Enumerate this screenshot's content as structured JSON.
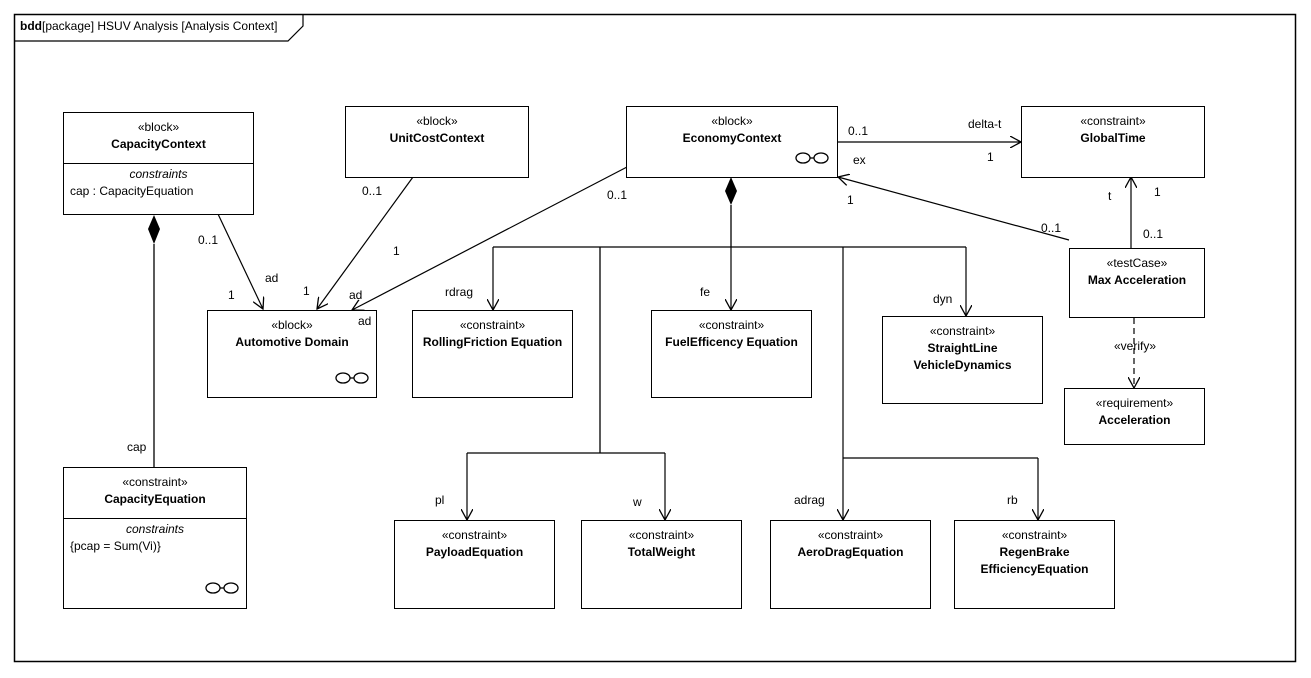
{
  "frame": {
    "kind": "bdd",
    "title": "[package] HSUV Analysis [Analysis Context]"
  },
  "blocks": {
    "capacity_context": {
      "stereotype": "«block»",
      "name": "CapacityContext",
      "compartment_title": "constraints",
      "compartment_lines": [
        "cap : CapacityEquation"
      ]
    },
    "unit_cost_context": {
      "stereotype": "«block»",
      "name": "UnitCostContext"
    },
    "economy_context": {
      "stereotype": "«block»",
      "name": "EconomyContext"
    },
    "global_time": {
      "stereotype": "«constraint»",
      "name": "GlobalTime"
    },
    "automotive_domain": {
      "stereotype": "«block»",
      "name": "Automotive Domain"
    },
    "rolling_friction": {
      "stereotype": "«constraint»",
      "name": "RollingFriction Equation"
    },
    "fuel_efficiency": {
      "stereotype": "«constraint»",
      "name": "FuelEfficency Equation"
    },
    "straight_line": {
      "stereotype": "«constraint»",
      "name1": "StraightLine",
      "name2": "VehicleDynamics"
    },
    "max_acceleration": {
      "stereotype": "«testCase»",
      "name": "Max Acceleration"
    },
    "acceleration": {
      "stereotype": "«requirement»",
      "name": "Acceleration"
    },
    "capacity_equation": {
      "stereotype": "«constraint»",
      "name": "CapacityEquation",
      "compartment_title": "constraints",
      "compartment_lines": [
        "{pcap = Sum(Vi)}"
      ]
    },
    "payload_equation": {
      "stereotype": "«constraint»",
      "name": "PayloadEquation"
    },
    "total_weight": {
      "stereotype": "«constraint»",
      "name": "TotalWeight"
    },
    "aero_drag": {
      "stereotype": "«constraint»",
      "name": "AeroDragEquation"
    },
    "regen_brake": {
      "stereotype": "«constraint»",
      "name1": "RegenBrake",
      "name2": "EfficiencyEquation"
    }
  },
  "labels": {
    "cc_mult": "0..1",
    "cc_ad": "ad",
    "cc_ad_mult": "1",
    "uc_mult": "0..1",
    "uc_end_mult": "1",
    "uc_ad_mult": "1",
    "uc_ad": "ad",
    "ec_ad_mult": "0..1",
    "ec_ad": "ad",
    "ec_gt_mult": "0..1",
    "gt_role": "delta-t",
    "gt_mult": "1",
    "ec_ex": "ex",
    "ec_ex_mult": "1",
    "ma_ex_mult": "0..1",
    "gt_t": "t",
    "gt_t_mult": "1",
    "ma_gt_mult": "0..1",
    "verify": "«verify»",
    "rdrag": "rdrag",
    "fe": "fe",
    "dyn": "dyn",
    "pl": "pl",
    "w": "w",
    "adrag": "adrag",
    "rb": "rb",
    "cap": "cap"
  }
}
